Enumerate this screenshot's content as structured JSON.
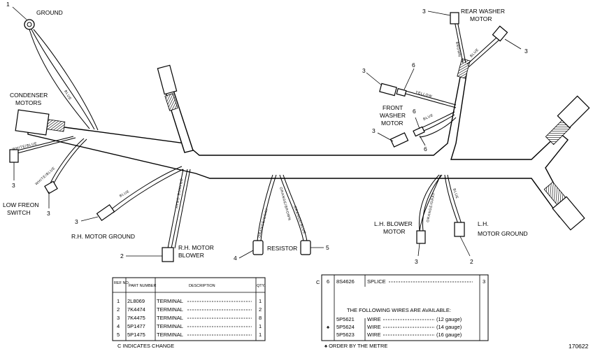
{
  "labels": {
    "ground": "GROUND",
    "condenser_motors_1": "CONDENSER",
    "condenser_motors_2": "MOTORS",
    "low_freon_1": "LOW FREON",
    "low_freon_2": "SWITCH",
    "rh_motor_ground": "R.H. MOTOR GROUND",
    "rh_motor_blower_1": "R.H. MOTOR",
    "rh_motor_blower_2": "BLOWER",
    "resistor": "RESISTOR",
    "rear_washer_1": "REAR WASHER",
    "rear_washer_2": "MOTOR",
    "front_washer_1": "FRONT",
    "front_washer_2": "WASHER",
    "front_washer_3": "MOTOR",
    "lh_blower_1": "L.H. BLOWER",
    "lh_blower_2": "MOTOR",
    "lh_ground_1": "L.H.",
    "lh_ground_2": "MOTOR GROUND"
  },
  "wire_labels": {
    "white_blue": "WHITE/BLUE",
    "white_blue2": "WHITE/BLUE",
    "blue_left": "BLUE",
    "blue_rh": "BLUE",
    "orange_gray": "ORANGE-GRAY",
    "orange_gray_r": "ORANGE/GRAY",
    "orange_brown": "ORANGE/BROWN",
    "orange_blue": "ORANGE/BLUE",
    "brown": "BROWN",
    "blue_rear": "BLUE",
    "yellow": "YELLOW",
    "blue_front": "BLUE",
    "orange_lh": "ORANGE/GRAY",
    "blue_lh": "BLUE"
  },
  "callouts": {
    "c_ground": "1",
    "c_lowfreon_a": "3",
    "c_lowfreon_b": "3",
    "c_rhground": "3",
    "c_rhblower": "2",
    "c_resistor_a": "4",
    "c_resistor_b": "5",
    "c_rear_a": "3",
    "c_rear_b": "3",
    "c_front_a": "3",
    "c_front_b": "6",
    "c_front_c": "6",
    "c_front_d": "3",
    "c_front_e": "6",
    "c_lhblower": "3",
    "c_lhground": "2"
  },
  "parts_table": {
    "headers": [
      "REF NO.",
      "PART NUMBER",
      "DESCRIPTION",
      "QTY."
    ],
    "rows": [
      {
        "ref": "1",
        "part": "2L8069",
        "desc": "TERMINAL",
        "qty": "1"
      },
      {
        "ref": "2",
        "part": "7K4474",
        "desc": "TERMINAL",
        "qty": "2"
      },
      {
        "ref": "3",
        "part": "7K4475",
        "desc": "TERMINAL",
        "qty": "8"
      },
      {
        "ref": "4",
        "part": "5P1477",
        "desc": "TERMINAL",
        "qty": "1"
      },
      {
        "ref": "5",
        "part": "5P1475",
        "desc": "TERMINAL",
        "qty": "1"
      }
    ],
    "note": "C INDICATES CHANGE"
  },
  "splice_table": {
    "change_mark": "C",
    "splice": {
      "ref": "6",
      "part": "8S4626",
      "desc": "SPLICE",
      "qty": "3"
    },
    "heading": "THE FOLLOWING WIRES ARE AVAILABLE:",
    "wires": [
      {
        "mark": "",
        "part": "5P5621",
        "desc": "WIRE",
        "gauge": "(12 gauge)"
      },
      {
        "mark": "♠",
        "part": "5P5624",
        "desc": "WIRE",
        "gauge": "(14 gauge)"
      },
      {
        "mark": "",
        "part": "5P5623",
        "desc": "WIRE",
        "gauge": "(16 gauge)"
      }
    ],
    "note": "♠ ORDER BY THE METRE"
  },
  "figure_number": "170622"
}
